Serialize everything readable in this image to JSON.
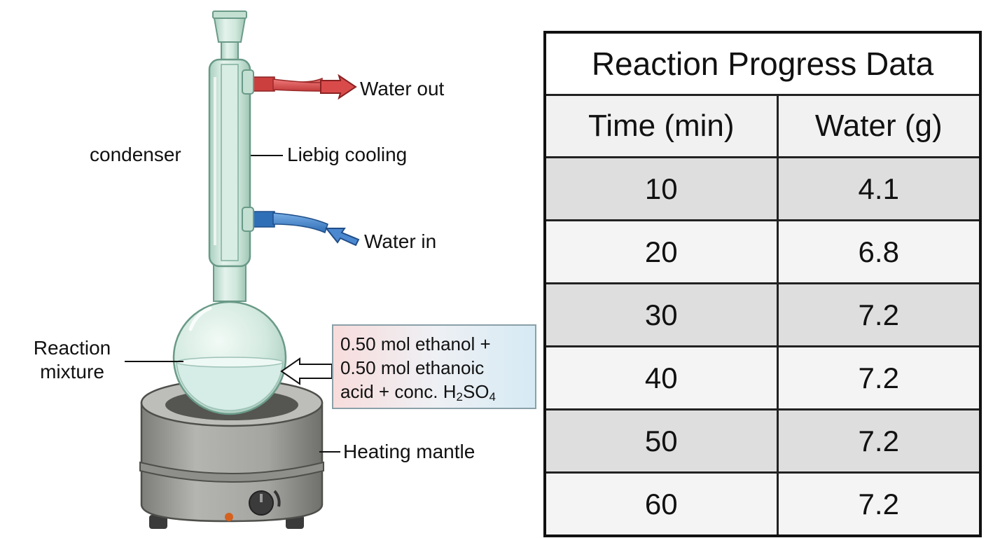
{
  "labels": {
    "water_out": "Water out",
    "water_in": "Water in",
    "condenser": "condenser",
    "liebig": "Liebig cooling",
    "reaction_line1": "Reaction",
    "reaction_line2": "mixture",
    "heating_mantle": "Heating mantle"
  },
  "reactants": {
    "line1": "0.50 mol ethanol +",
    "line2": "0.50 mol ethanoic",
    "line3_prefix": "acid + conc. H",
    "line3_sub1": "2",
    "line3_mid": "SO",
    "line3_sub2": "4"
  },
  "table": {
    "title": "Reaction Progress Data",
    "headers": [
      "Time (min)",
      "Water (g)"
    ],
    "rows": [
      [
        "10",
        "4.1"
      ],
      [
        "20",
        "6.8"
      ],
      [
        "30",
        "7.2"
      ],
      [
        "40",
        "7.2"
      ],
      [
        "50",
        "7.2"
      ],
      [
        "60",
        "7.2"
      ]
    ]
  },
  "colors": {
    "glass": "#cfe7dc",
    "hot_water_tube": "#d94b4b",
    "cold_water_tube": "#3d7ec9",
    "mantle": "#9a9a96"
  }
}
